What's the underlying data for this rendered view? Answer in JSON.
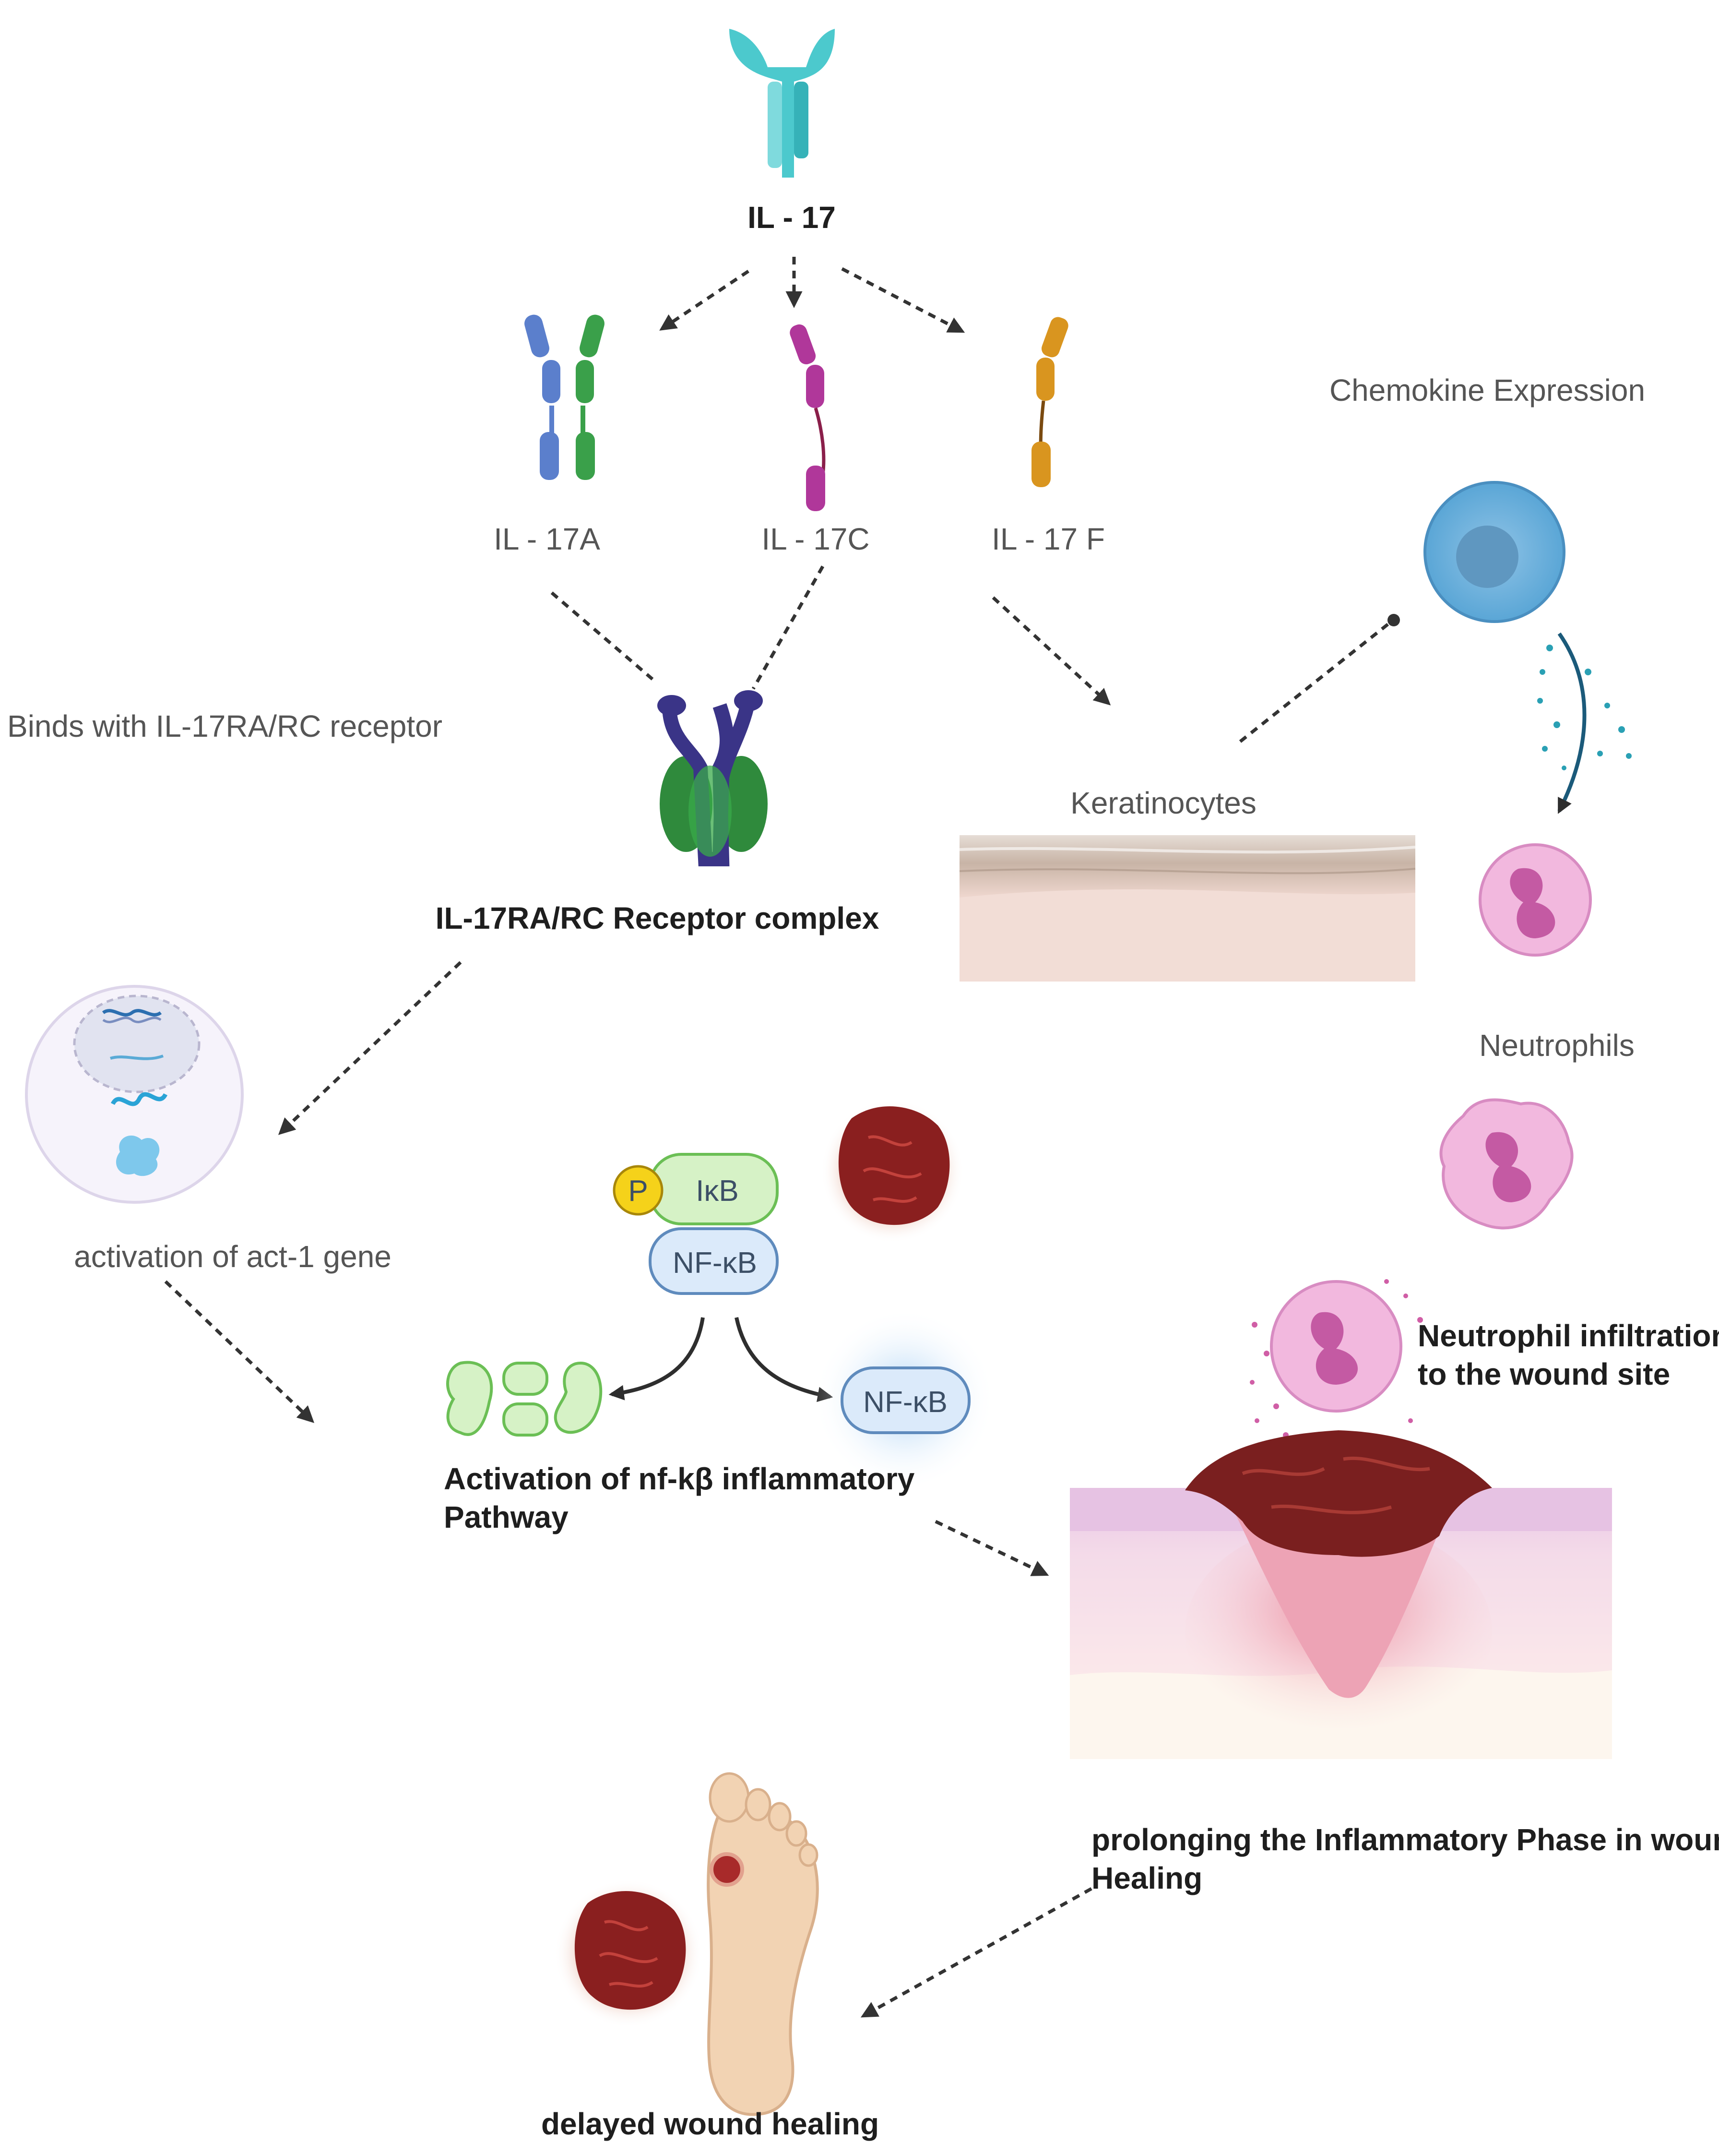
{
  "labels": {
    "il17": "IL - 17",
    "il17a": "IL - 17A",
    "il17c": "IL - 17C",
    "il17f": "IL - 17 F",
    "chemokine": "Chemokine Expression",
    "binds": "Binds with IL-17RA/RC receptor",
    "keratinocytes": "Keratinocytes",
    "receptor_complex": "IL-17RA/RC Receptor complex",
    "neutrophils": "Neutrophils",
    "act1": "activation of act-1 gene",
    "infiltration_line1": "Neutrophil infiltration",
    "infiltration_line2": "to the wound site",
    "nfkb_pathway_line1": "Activation of nf-kβ inflammatory",
    "nfkb_pathway_line2": "Pathway",
    "prolonging_line1": "prolonging the Inflammatory Phase in wound",
    "prolonging_line2": "Healing",
    "delayed": "delayed wound healing",
    "p": "P",
    "ikb": "IκB",
    "nfkb_complex": "NF-κB",
    "nfkb_free": "NF-κB"
  },
  "colors": {
    "il17_teal": "#4cc9cd",
    "il17a_blue": "#5b7fcc",
    "il17a_green": "#3aa04a",
    "il17c_magenta": "#b0379a",
    "il17f_orange": "#d9951f",
    "receptor_purple": "#3a3487",
    "receptor_green": "#2f8a3c",
    "neutrophil_pink": "#f2b8de",
    "wound_red": "#8a1f1f",
    "ikb_green": "#d6f2c6",
    "nfkb_blue": "#dbeafa",
    "phospho_yellow": "#f5d21a"
  }
}
